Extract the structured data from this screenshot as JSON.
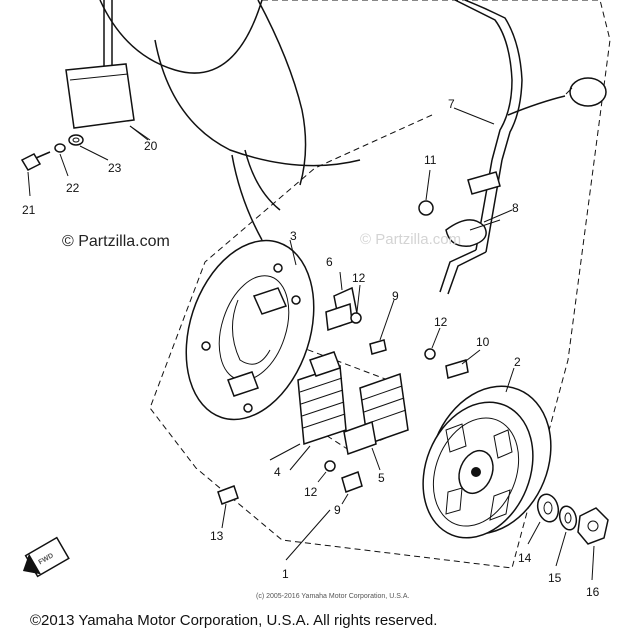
{
  "watermark": "© Partzilla.com",
  "watermark_faint": "© Partzilla.com",
  "fine_print": "(c) 2005-2016 Yamaha Motor Corporation, U.S.A.",
  "fwd_mark": "FWD",
  "copyright": "©2013 Yamaha Motor Corporation, U.S.A. All rights reserved.",
  "callouts": {
    "c1": "1",
    "c2": "2",
    "c3": "3",
    "c4": "4",
    "c5": "5",
    "c6": "6",
    "c7": "7",
    "c8": "8",
    "c9a": "9",
    "c9b": "9",
    "c10": "10",
    "c11": "11",
    "c12a": "12",
    "c12b": "12",
    "c12c": "12",
    "c13": "13",
    "c14": "14",
    "c15": "15",
    "c16": "16",
    "c20": "20",
    "c21": "21",
    "c22": "22",
    "c23": "23"
  }
}
